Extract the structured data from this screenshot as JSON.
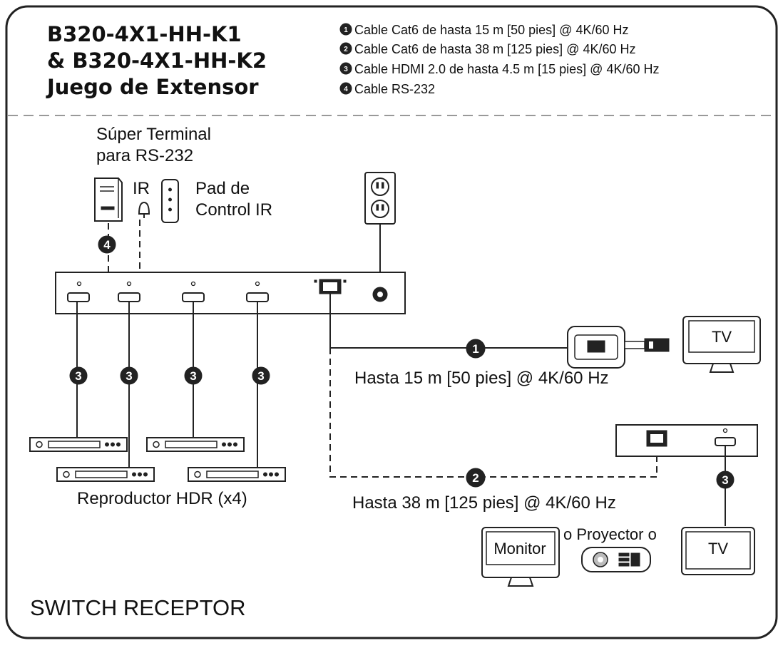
{
  "header": {
    "title_lines": [
      "B320-4X1-HH-K1",
      "& B320-4X1-HH-K2",
      "Juego de Extensor"
    ],
    "legend": [
      {
        "num": "1",
        "text": "Cable Cat6 de hasta 15 m [50 pies] @ 4K/60 Hz"
      },
      {
        "num": "2",
        "text": "Cable Cat6 de hasta 38 m [125 pies] @ 4K/60 Hz"
      },
      {
        "num": "3",
        "text": "Cable HDMI 2.0 de hasta 4.5 m [15 pies] @ 4K/60 Hz"
      },
      {
        "num": "4",
        "text": "Cable RS-232"
      }
    ]
  },
  "labels": {
    "super_terminal": [
      "Súper Terminal",
      "para RS-232"
    ],
    "ir": "IR",
    "ir_pad": [
      "Pad de",
      "Control IR"
    ],
    "tv_top": "TV",
    "run_15m": "Hasta 15 m [50 pies] @ 4K/60 Hz",
    "run_38m": "Hasta 38 m [125 pies] @ 4K/60 Hz",
    "hdr_players": "Reproductor HDR (x4)",
    "monitor": "Monitor",
    "projector": "o Proyector o",
    "tv_bottom": "TV",
    "switch_receptor": "SWITCH RECEPTOR"
  },
  "badges": {
    "b1": "1",
    "b2": "2",
    "b3": "3",
    "b4": "4"
  },
  "colors": {
    "line": "#222222",
    "background": "#ffffff",
    "divider": "#999999"
  }
}
